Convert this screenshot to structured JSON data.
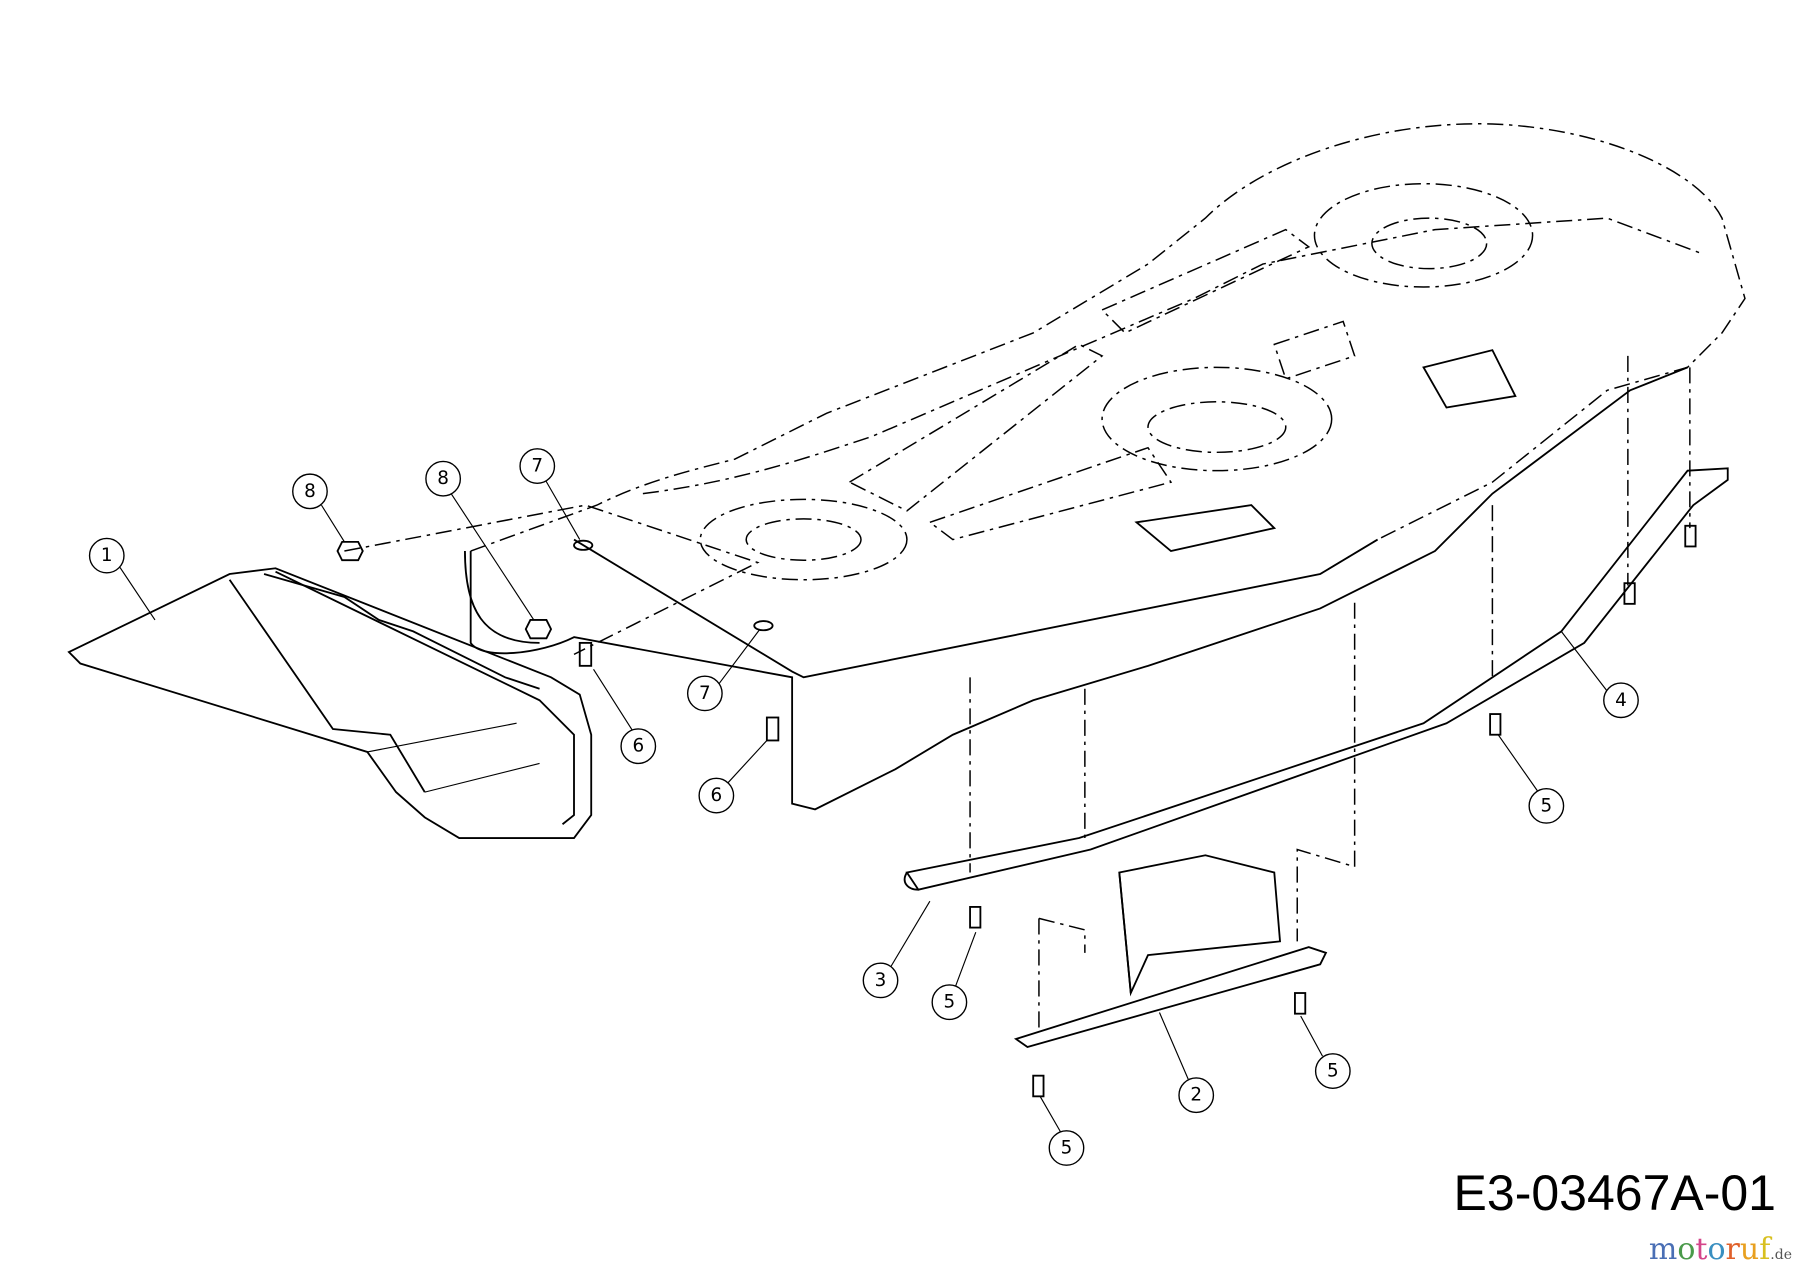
{
  "diagram": {
    "drawing_number": "E3-03467A-01",
    "watermark": {
      "letters": [
        "m",
        "o",
        "t",
        "o",
        "r",
        "u",
        "f"
      ],
      "suffix": ".de"
    },
    "callouts": [
      {
        "id": "c1",
        "label": "1"
      },
      {
        "id": "c8a",
        "label": "8"
      },
      {
        "id": "c8b",
        "label": "8"
      },
      {
        "id": "c7a",
        "label": "7"
      },
      {
        "id": "c7b",
        "label": "7"
      },
      {
        "id": "c6a",
        "label": "6"
      },
      {
        "id": "c6b",
        "label": "6"
      },
      {
        "id": "c4",
        "label": "4"
      },
      {
        "id": "c5a",
        "label": "5"
      },
      {
        "id": "c3",
        "label": "3"
      },
      {
        "id": "c5b",
        "label": "5"
      },
      {
        "id": "c2",
        "label": "2"
      },
      {
        "id": "c5c",
        "label": "5"
      },
      {
        "id": "c5d",
        "label": "5"
      }
    ]
  }
}
